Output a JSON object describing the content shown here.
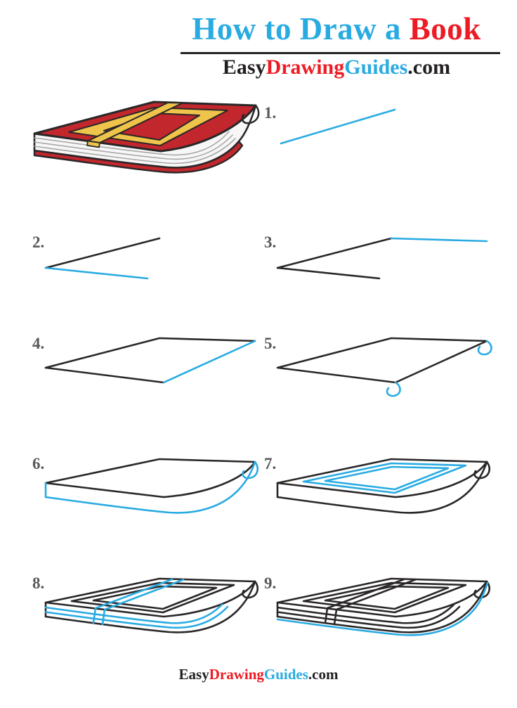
{
  "header": {
    "title_part1": "How to Draw a",
    "title_part2": "Book"
  },
  "brand": {
    "p1": "Easy",
    "p2": "Drawing",
    "p3": "Guides",
    "p4": ".com"
  },
  "steps": [
    {
      "label": "1."
    },
    {
      "label": "2."
    },
    {
      "label": "3."
    },
    {
      "label": "4."
    },
    {
      "label": "5."
    },
    {
      "label": "6."
    },
    {
      "label": "7."
    },
    {
      "label": "8."
    },
    {
      "label": "9."
    }
  ],
  "figure": {
    "name": "finished-book-color-illustration"
  },
  "colors": {
    "accent_blue": "#29abe2",
    "accent_red": "#ed1c24",
    "ink": "#2a2728",
    "step_gray": "#58595b",
    "underline": "#262324",
    "book_red": "#c1272d",
    "trim_yellow": "#efc44a",
    "pages_white": "#f7f7f7",
    "page_line_gray": "#a8a8a8",
    "bg": "#ffffff"
  }
}
